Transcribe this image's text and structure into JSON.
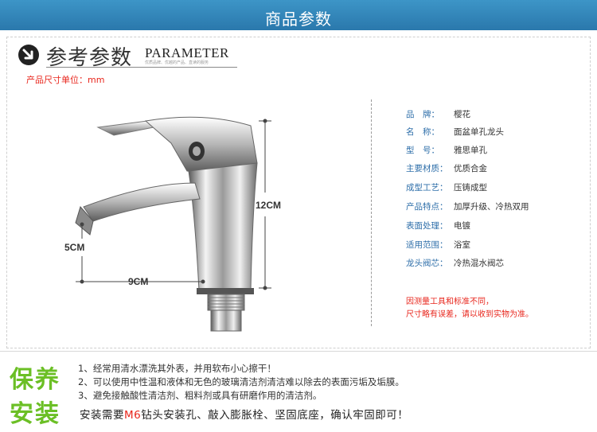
{
  "banner": {
    "title": "商品参数"
  },
  "heading": {
    "cn": "参考参数",
    "en": "PARAMETER",
    "sub": "优质品牌、优越的产品、直读的服务"
  },
  "size_unit": "产品尺寸单位：mm",
  "dimensions": {
    "height": "12CM",
    "spout_height": "5CM",
    "reach": "9CM"
  },
  "specs": [
    {
      "label": "品　牌：",
      "value": "樱花"
    },
    {
      "label": "名　称：",
      "value": "面盆单孔龙头"
    },
    {
      "label": "型　号：",
      "value": "雅思单孔"
    },
    {
      "label": "主要材质：",
      "value": "优质合金"
    },
    {
      "label": "成型工艺：",
      "value": "压铸成型"
    },
    {
      "label": "产品特点：",
      "value": "加厚升级、冷热双用"
    },
    {
      "label": "表面处理：",
      "value": "电镀"
    },
    {
      "label": "适用范围：",
      "value": "浴室"
    },
    {
      "label": "龙头阀芯：",
      "value": "冷热混水阀芯"
    }
  ],
  "notes": [
    "因测量工具和标准不同，",
    "尺寸略有误差，请以收到实物为准。"
  ],
  "care": {
    "title_a": "保养",
    "title_b": "安装",
    "lines": [
      "1、经常用清水漂洗其外表，并用软布小心擦干！",
      "2、可以使用中性温和液体和无色的玻璃清洁剂清洁难以除去的表面污垢及垢膜。",
      "3、避免接触酸性清洁剂、粗料剂或具有研磨作用的清洁剂。"
    ],
    "install_pre": "安装需要",
    "install_hl": "M6",
    "install_post": "钻头安装孔、敲入膨胀栓、坚固底座，确认牢固即可！"
  },
  "colors": {
    "banner": "#2a78ac",
    "accent_red": "#e8261c",
    "label_blue": "#2f6faa",
    "green": "#6bbf25"
  }
}
